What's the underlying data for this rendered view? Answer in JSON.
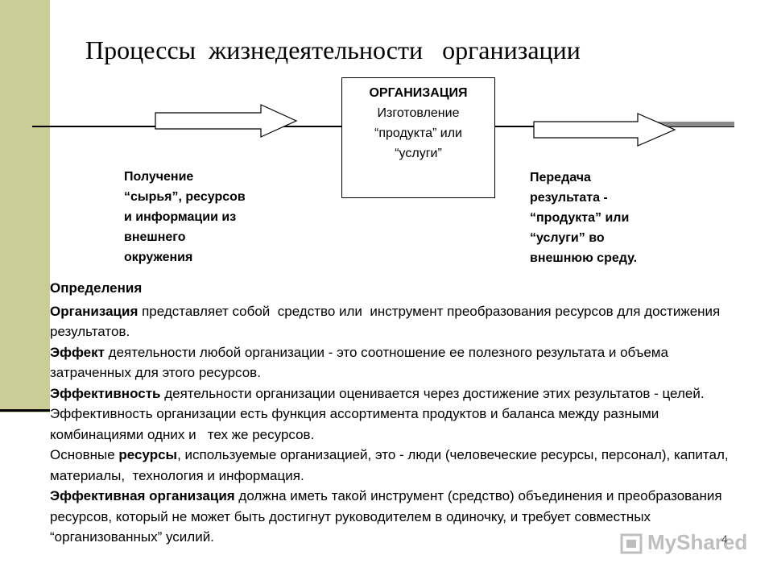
{
  "title": "Процессы  жизнедеятельности   организации",
  "org_box": {
    "heading": "ОРГАНИЗАЦИЯ",
    "line1": "Изготовление",
    "line2": "“продукта” или",
    "line3": "“услуги”"
  },
  "input_box": {
    "lines": [
      "Получение",
      "“сырья”, ресурсов",
      "и информации из",
      "внешнего",
      "окружения"
    ]
  },
  "output_box": {
    "lines": [
      "Передача",
      "результата -",
      "“продукта” или",
      "“услуги” во",
      "внешнюю среду."
    ]
  },
  "definitions": {
    "heading": "Определения",
    "paragraphs": [
      {
        "bold": "Организация",
        "text": " представляет собой  средство или  инструмент преобразования ресурсов для достижения результатов."
      },
      {
        "bold": "Эффект",
        "text": " деятельности любой организации - это соотношение ее полезного результата и объема затраченных для этого ресурсов."
      },
      {
        "bold": "Эффективность",
        "text": " деятельности организации оценивается через достижение этих результатов - целей. Эффективность организации есть функция ассортимента продуктов и баланса между разными комбинациями одних и   тех же ресурсов."
      },
      {
        "bold": "",
        "text": "Основные ",
        "bold2": "ресурсы",
        "text2": ", используемые организацией, это - люди (человеческие ресурсы, персонал), капитал, материалы,  технология и информация."
      },
      {
        "bold": "Эффективная организация",
        "text": " должна иметь такой инструмент (средство) объединения и преобразования ресурсов, который не может быть достигнут руководителем в одиночку, и требует совместных “организованных” усилий."
      }
    ]
  },
  "page_number": "4",
  "watermark": "MyShared"
}
